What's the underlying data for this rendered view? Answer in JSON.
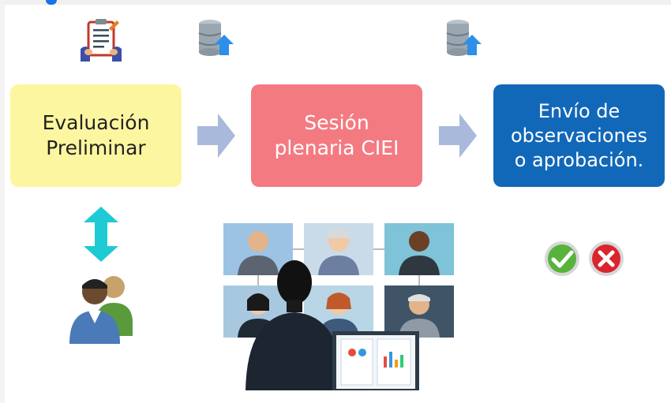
{
  "steps": [
    {
      "label": "Evaluación\nPreliminar",
      "color": "#fdf6a0"
    },
    {
      "label": "Sesión\nplenaria CIEI",
      "color": "#f47a81"
    },
    {
      "label": "Envío de\nobservaciones\no aprobación.",
      "color": "#1268b8"
    }
  ],
  "arrow_color": "#a9b9dc",
  "icons": [
    "clipboard-checklist-icon",
    "database-upload-icon",
    "database-upload-icon",
    "up-down-arrow-icon",
    "users-icon",
    "video-conference-illustration",
    "check-icon",
    "cross-icon"
  ]
}
